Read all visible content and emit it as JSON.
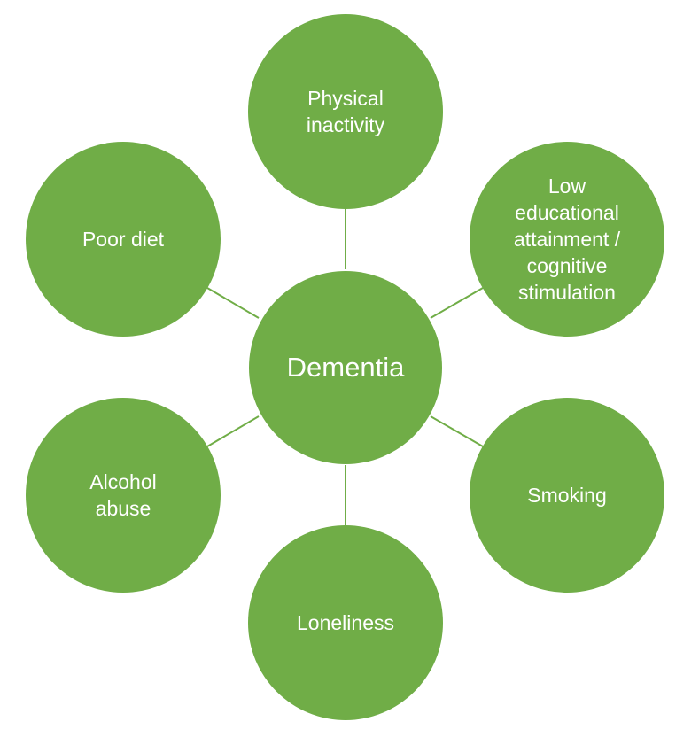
{
  "colors": {
    "node_fill": "#70ad47",
    "connector": "#70ad47",
    "text": "#ffffff"
  },
  "center": {
    "label": "Dementia"
  },
  "factors": [
    {
      "id": "physical-inactivity",
      "label": "Physical\ninactivity"
    },
    {
      "id": "low-educational-attainment",
      "label": "Low\neducational\nattainment /\ncognitive\nstimulation"
    },
    {
      "id": "smoking",
      "label": "Smoking"
    },
    {
      "id": "loneliness",
      "label": "Loneliness"
    },
    {
      "id": "alcohol-abuse",
      "label": "Alcohol\nabuse"
    },
    {
      "id": "poor-diet",
      "label": "Poor diet"
    }
  ]
}
